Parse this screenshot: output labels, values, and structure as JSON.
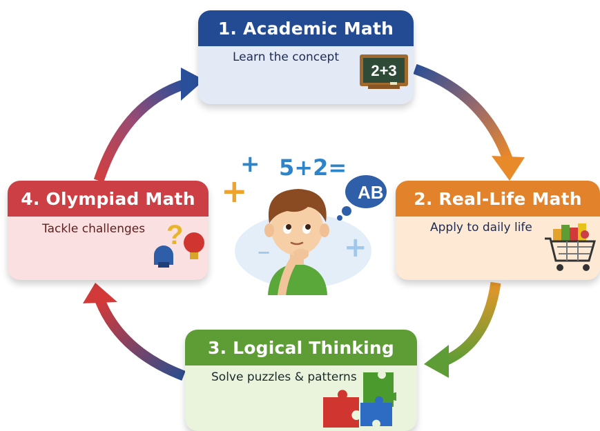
{
  "steps": [
    {
      "title": "1. Academic Math",
      "subtitle": "Learn the concept",
      "icon": "chalkboard-icon",
      "badge": "2+3",
      "color": "#234b93"
    },
    {
      "title": "2. Real-Life Math",
      "subtitle": "Apply to daily life",
      "icon": "shopping-cart-icon",
      "color": "#e2822a"
    },
    {
      "title": "3. Logical Thinking",
      "subtitle": "Solve puzzles & patterns",
      "icon": "puzzle-pieces-icon",
      "color": "#5e9d35"
    },
    {
      "title": "4. Olympiad Math",
      "subtitle": "Tackle challenges",
      "icon": "trophy-lightbulb-icon",
      "badge": "?",
      "color": "#cc3f44"
    }
  ],
  "center": {
    "equation": "5+2=",
    "bubble_text": "AB",
    "character": "thinking-boy-icon"
  }
}
